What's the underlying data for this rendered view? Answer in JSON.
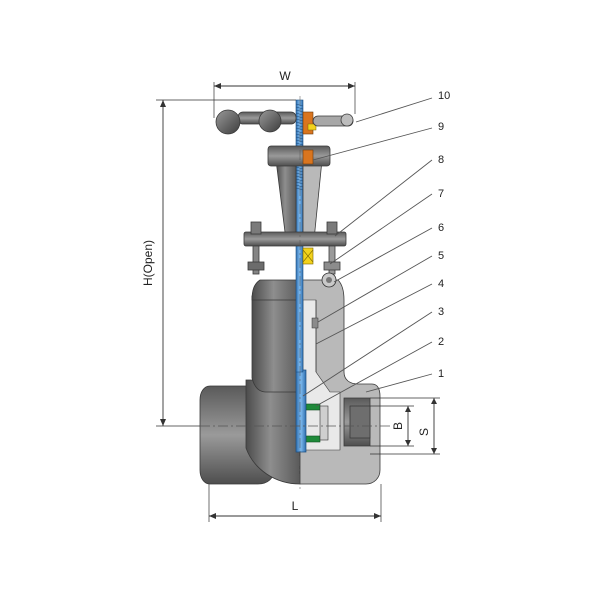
{
  "dimensions": {
    "w": "W",
    "h": "H(Open)",
    "l": "L",
    "b": "B",
    "s": "S"
  },
  "part_numbers": [
    "1",
    "2",
    "3",
    "4",
    "5",
    "6",
    "7",
    "8",
    "9",
    "10"
  ],
  "colors": {
    "body_dark": "#5a5a5a",
    "body_light": "#9c9c9c",
    "section": "#b9b9b9",
    "stem": "#4a90d6",
    "seat": "#1f8a3a",
    "packing": "#f2d21c",
    "yoke_nut": "#d9751f"
  }
}
